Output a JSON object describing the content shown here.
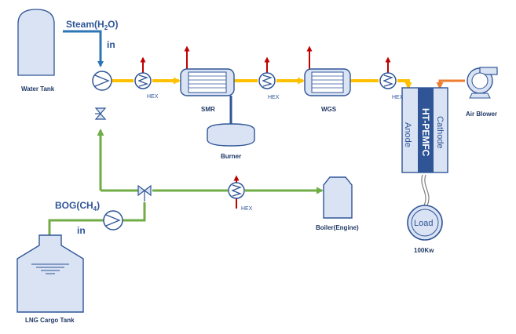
{
  "labels": {
    "steam": "Steam(H",
    "steam_sub": "2",
    "steam_end": "O)",
    "steam_in": "in",
    "water_tank": "Water Tank",
    "smr": "SMR",
    "wgs": "WGS",
    "burner": "Burner",
    "bog": "BOG(CH",
    "bog_sub": "4",
    "bog_end": ")",
    "bog_in": "in",
    "lng_tank": "LNG Cargo Tank",
    "boiler": "Boiler(Engine)",
    "air_blower": "Air Blower",
    "fc_main": "HT-PEMFC",
    "fc_cathode": "Cathode",
    "fc_anode": "Anode",
    "load": "Load",
    "load_power": "100Kw",
    "hex_1": "HEX",
    "hex_2": "HEX",
    "hex_3": "HEX",
    "hex_4": "HEX"
  },
  "colors": {
    "equipment_fill": "#dae3f3",
    "equipment_stroke": "#2f5597",
    "steam_line": "#2e75b6",
    "gas_line": "#ffc000",
    "methane_line": "#70ad47",
    "air_line": "#ed7d31",
    "heat_arrow": "#c00000",
    "fuel_cell": "#2f5597",
    "text": "#1f3864"
  },
  "icons": [
    "pump-icon",
    "heat-exchanger-icon",
    "three-way-valve-icon",
    "air-blower-icon",
    "tank-icon",
    "reactor-icon",
    "fuel-cell-icon",
    "load-icon"
  ]
}
